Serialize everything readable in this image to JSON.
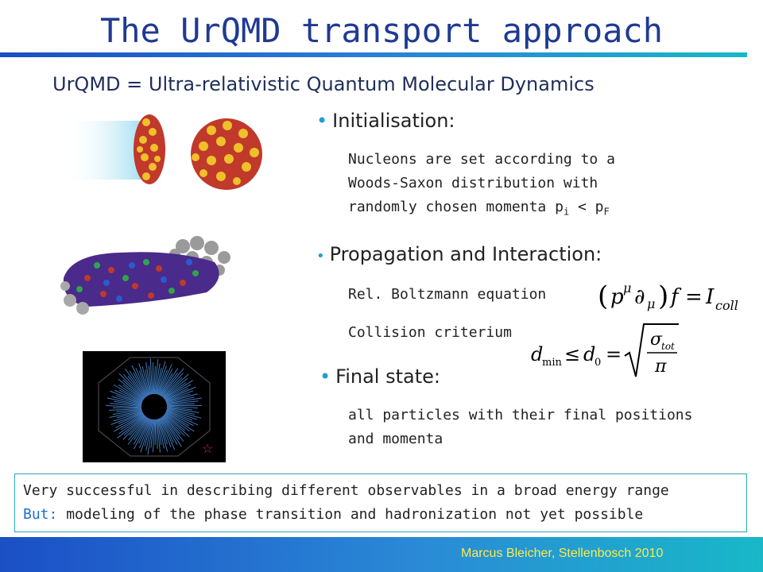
{
  "slide": {
    "title": "The UrQMD transport approach",
    "subtitle": "UrQMD = Ultra-relativistic Quantum Molecular Dynamics"
  },
  "sections": [
    {
      "heading": "Initialisation:",
      "lines": [
        "Nucleons are set according to a",
        "Woods-Saxon distribution with",
        "randomly chosen momenta p",
        "i",
        " < p",
        "F"
      ]
    },
    {
      "heading": "Propagation and Interaction:",
      "lines": [
        "Rel. Boltzmann equation",
        "Collision criterium"
      ]
    },
    {
      "heading": "Final state:",
      "lines": [
        "all particles with their final positions",
        "and momenta"
      ]
    }
  ],
  "summary": {
    "line1": "Very successful in describing different observables in a broad energy range",
    "but_label": "But:",
    "line2": " modeling of the phase transition and hadronization not yet possible"
  },
  "footer": {
    "credit": "Marcus Bleicher, Stellenbosch 2010"
  },
  "colors": {
    "title": "#1f3a93",
    "accent": "#1fa0d0",
    "footer_text": "#ffe94a"
  }
}
